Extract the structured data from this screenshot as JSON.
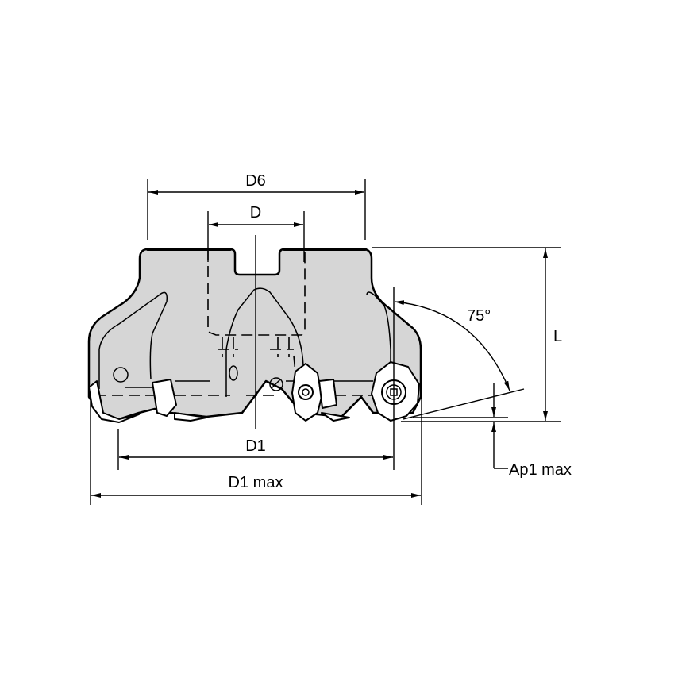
{
  "drawing": {
    "title": "Face milling cutter dimension drawing",
    "colors": {
      "background": "#ffffff",
      "body_fill": "#d6d6d6",
      "line": "#000000"
    },
    "dimensions": {
      "d6": "D6",
      "d": "D",
      "l": "L",
      "angle": "75°",
      "d1": "D1",
      "d1_max": "D1 max",
      "ap1_max": "Ap1 max"
    }
  }
}
